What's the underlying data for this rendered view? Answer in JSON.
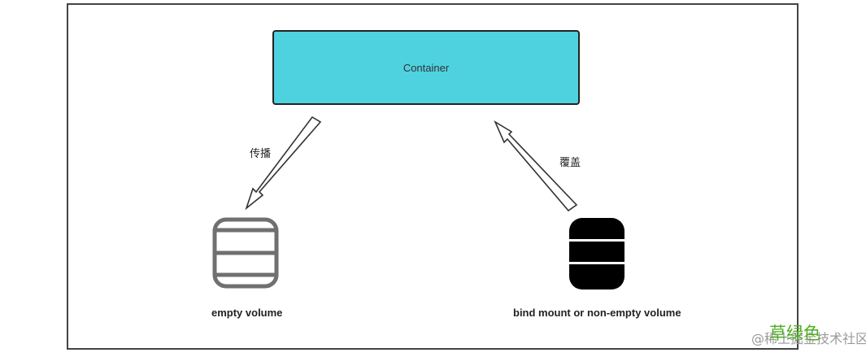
{
  "diagram": {
    "container_label": "Container",
    "left_arrow_label": "传播",
    "right_arrow_label": "覆盖",
    "left_db_label": "empty volume",
    "right_db_label": "bind mount or non-empty volume"
  },
  "watermark": {
    "brand": "草绿色",
    "sub": "@稀土掘金技术社区"
  },
  "colors": {
    "container_fill": "#4fd2e0",
    "empty_db": "#707070",
    "filled_db": "#000000",
    "watermark_brand": "#4caf20"
  },
  "icons": {
    "left_db": "database-outline-icon",
    "right_db": "database-filled-icon"
  }
}
